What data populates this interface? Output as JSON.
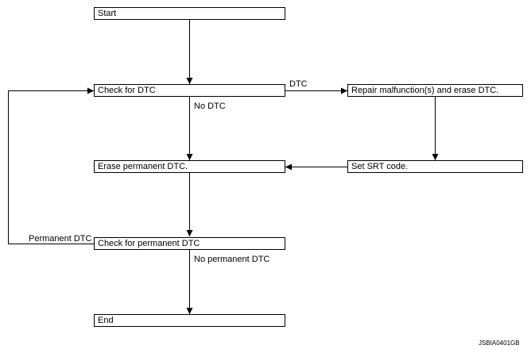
{
  "nodes": {
    "start": "Start",
    "check_dtc": "Check for DTC",
    "repair": "Repair malfunction(s) and erase DTC.",
    "erase_permanent": "Erase permanent DTC.",
    "set_srt": "Set SRT code.",
    "check_permanent": "Check for permanent DTC",
    "end": "End"
  },
  "edges": {
    "dtc": "DTC",
    "no_dtc": "No DTC",
    "permanent_dtc": "Permanent DTC",
    "no_permanent_dtc": "No permanent DTC"
  },
  "image_code": "JSBIA0401GB"
}
